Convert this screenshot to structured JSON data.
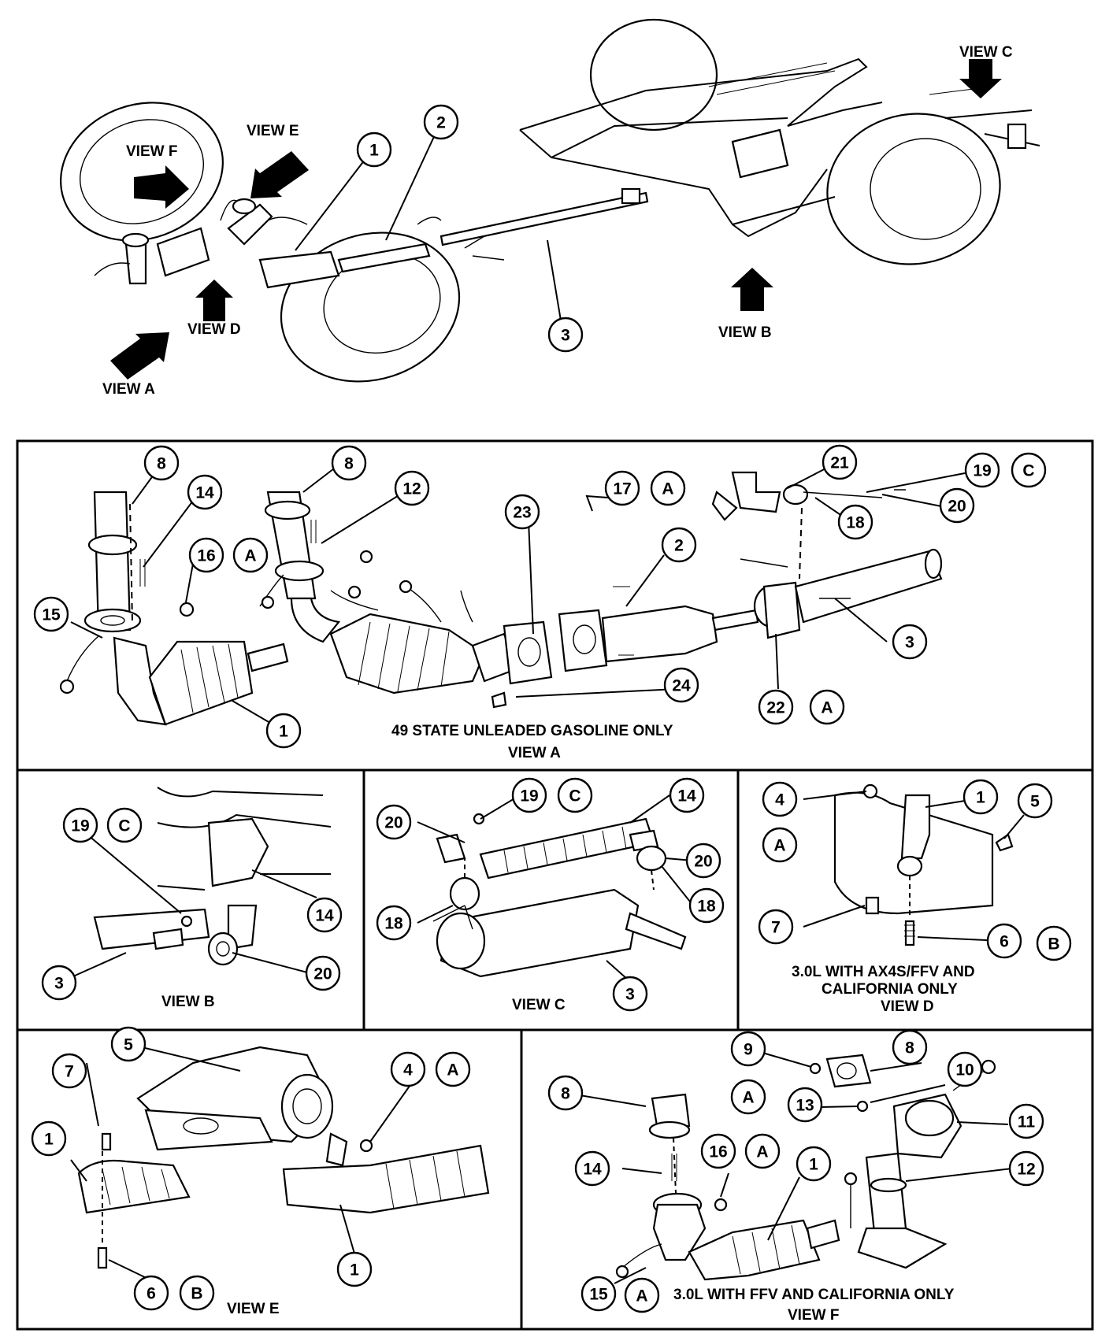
{
  "overview": {
    "view_labels": {
      "view_a": "VIEW A",
      "view_b": "VIEW B",
      "view_c": "VIEW C",
      "view_d": "VIEW D",
      "view_e": "VIEW E",
      "view_f": "VIEW F"
    },
    "callouts": [
      "1",
      "2",
      "3"
    ]
  },
  "view_a_panel": {
    "caption_line1": "49 STATE UNLEADED GASOLINE ONLY",
    "caption_line2": "VIEW A",
    "callouts": [
      "8",
      "8",
      "14",
      "12",
      "16",
      "A",
      "15",
      "23",
      "17",
      "A",
      "2",
      "21",
      "19",
      "C",
      "20",
      "18",
      "3",
      "22",
      "A",
      "24",
      "1"
    ]
  },
  "view_b_panel": {
    "caption": "VIEW B",
    "callouts": [
      "19",
      "C",
      "14",
      "3",
      "20"
    ]
  },
  "view_c_panel": {
    "caption": "VIEW C",
    "callouts": [
      "19",
      "C",
      "14",
      "20",
      "20",
      "18",
      "18",
      "3"
    ]
  },
  "view_d_panel": {
    "caption_line1": "3.0L WITH AX4S/FFV AND",
    "caption_line2": "CALIFORNIA ONLY",
    "caption_line3": "VIEW D",
    "callouts": [
      "4",
      "A",
      "1",
      "5",
      "7",
      "6",
      "B"
    ]
  },
  "view_e_panel": {
    "caption": "VIEW E",
    "callouts": [
      "7",
      "5",
      "4",
      "A",
      "1",
      "1",
      "6",
      "B"
    ]
  },
  "view_f_panel": {
    "caption_line1": "3.0L WITH FFV AND CALIFORNIA ONLY",
    "caption_line2": "VIEW F",
    "callouts": [
      "9",
      "8",
      "10",
      "8",
      "A",
      "13",
      "11",
      "14",
      "16",
      "A",
      "1",
      "12",
      "15",
      "A"
    ]
  },
  "icons": {
    "view_arrow": "view-direction-arrow-icon",
    "callout": "callout-circle-icon"
  },
  "colors": {
    "ink": "#000000",
    "paper": "#ffffff"
  }
}
